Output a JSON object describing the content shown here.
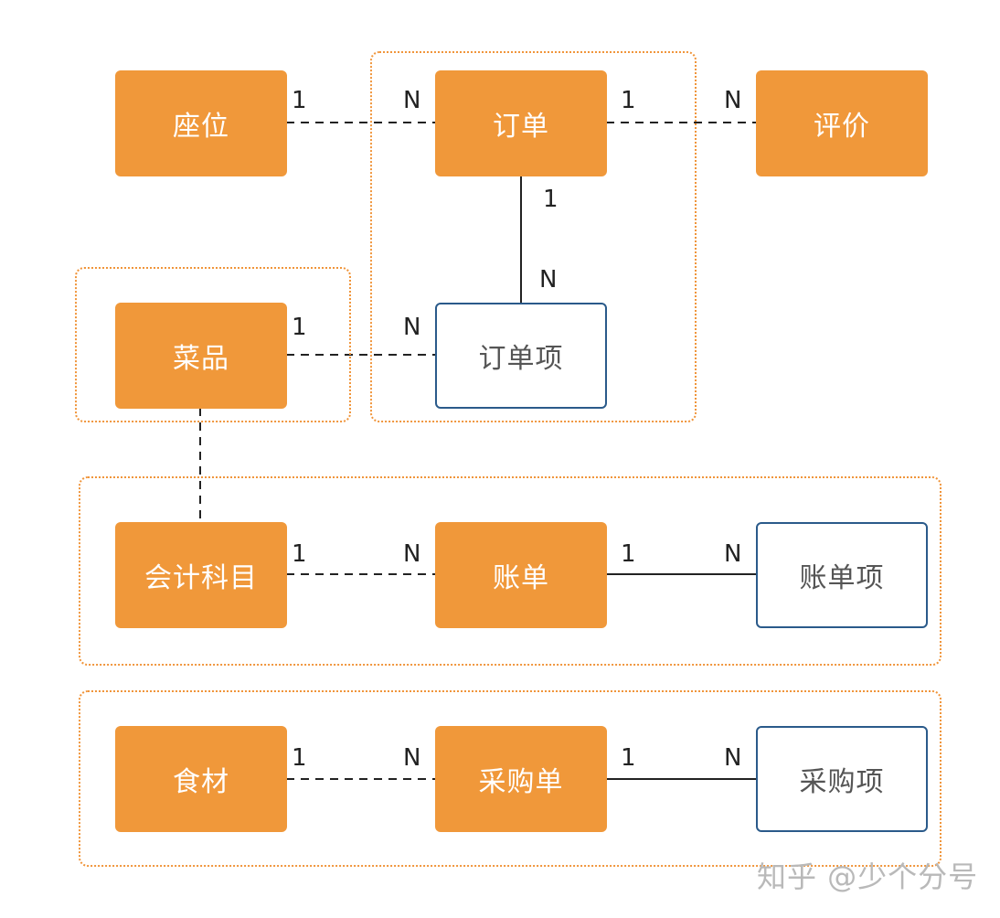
{
  "entities": {
    "seat": "座位",
    "order": "订单",
    "review": "评价",
    "dish": "菜品",
    "order_item": "订单项",
    "account_subject": "会计科目",
    "bill": "账单",
    "bill_item": "账单项",
    "ingredient": "食材",
    "purchase_order": "采购单",
    "purchase_item": "采购项"
  },
  "relations": {
    "seat_order": {
      "from": "1",
      "to": "N"
    },
    "order_review": {
      "from": "1",
      "to": "N"
    },
    "order_order_item": {
      "from": "1",
      "to": "N"
    },
    "dish_order_item": {
      "from": "1",
      "to": "N"
    },
    "subject_bill": {
      "from": "1",
      "to": "N"
    },
    "bill_bill_item": {
      "from": "1",
      "to": "N"
    },
    "ingredient_purchase": {
      "from": "1",
      "to": "N"
    },
    "purchase_purchase_item": {
      "from": "1",
      "to": "N"
    }
  },
  "colors": {
    "aggregate_fill": "#f0983a",
    "item_border": "#2a5a8a",
    "group_border": "#f0953b"
  },
  "watermark": "知乎 @少个分号"
}
